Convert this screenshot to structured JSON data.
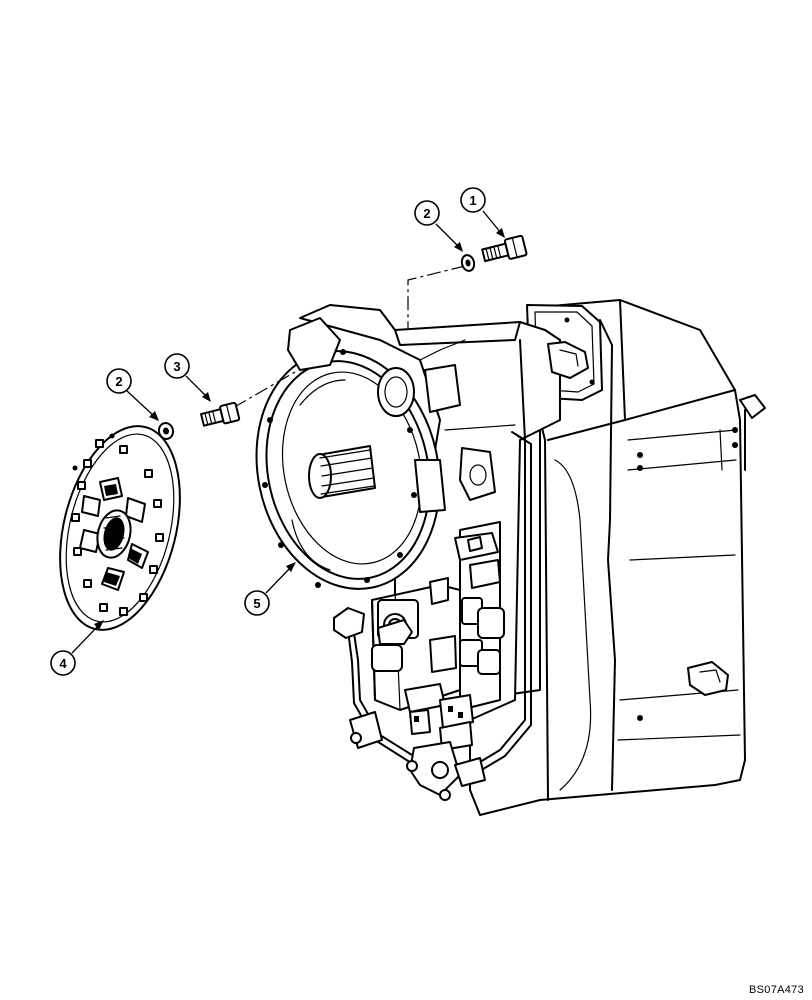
{
  "callouts": [
    {
      "label": "1",
      "part": "bolt-1"
    },
    {
      "label": "2",
      "part": "washer-2-upper"
    },
    {
      "label": "2",
      "part": "washer-2-lower"
    },
    {
      "label": "3",
      "part": "bolt-3"
    },
    {
      "label": "4",
      "part": "damper-plate"
    },
    {
      "label": "5",
      "part": "transmission-assembly"
    }
  ],
  "drawing_code": "BS07A473"
}
